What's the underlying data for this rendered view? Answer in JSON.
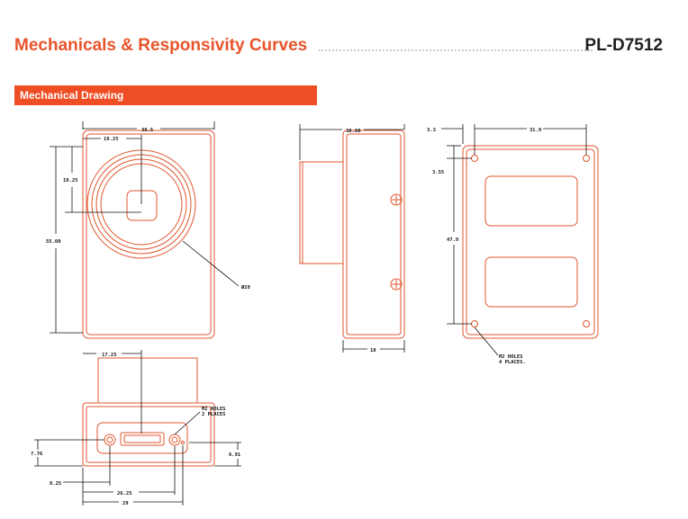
{
  "header": {
    "title": "Mechanicals & Responsivity Curves",
    "model": "PL-D7512"
  },
  "section": {
    "label": "Mechanical Drawing"
  },
  "front_view": {
    "width": "38.5",
    "center_x": "19.25",
    "center_y": "19.25",
    "height": "55.00",
    "diameter": "Ø28"
  },
  "side_view": {
    "depth": "30.00",
    "body_depth": "18"
  },
  "back_view": {
    "hole_offset_x": "3.3",
    "hole_spacing_x": "31.9",
    "hole_offset_y": "3.55",
    "hole_spacing_y": "47.9",
    "holes_note_line1": "M2 HOLES",
    "holes_note_line2": "4 PLACES."
  },
  "bottom_view": {
    "center_x": "17.25",
    "holes_note_line1": "M2 HOLES",
    "holes_note_line2": "2 PLACES",
    "left_height": "7.76",
    "right_height": "6.91",
    "hole1_x": "8.25",
    "hole2_x": "26.25",
    "total_x": "29"
  },
  "colors": {
    "accent": "#e8542b",
    "bar": "#ef4d23",
    "drawing_outline": "#e0562c",
    "dimension_line": "#111111"
  }
}
